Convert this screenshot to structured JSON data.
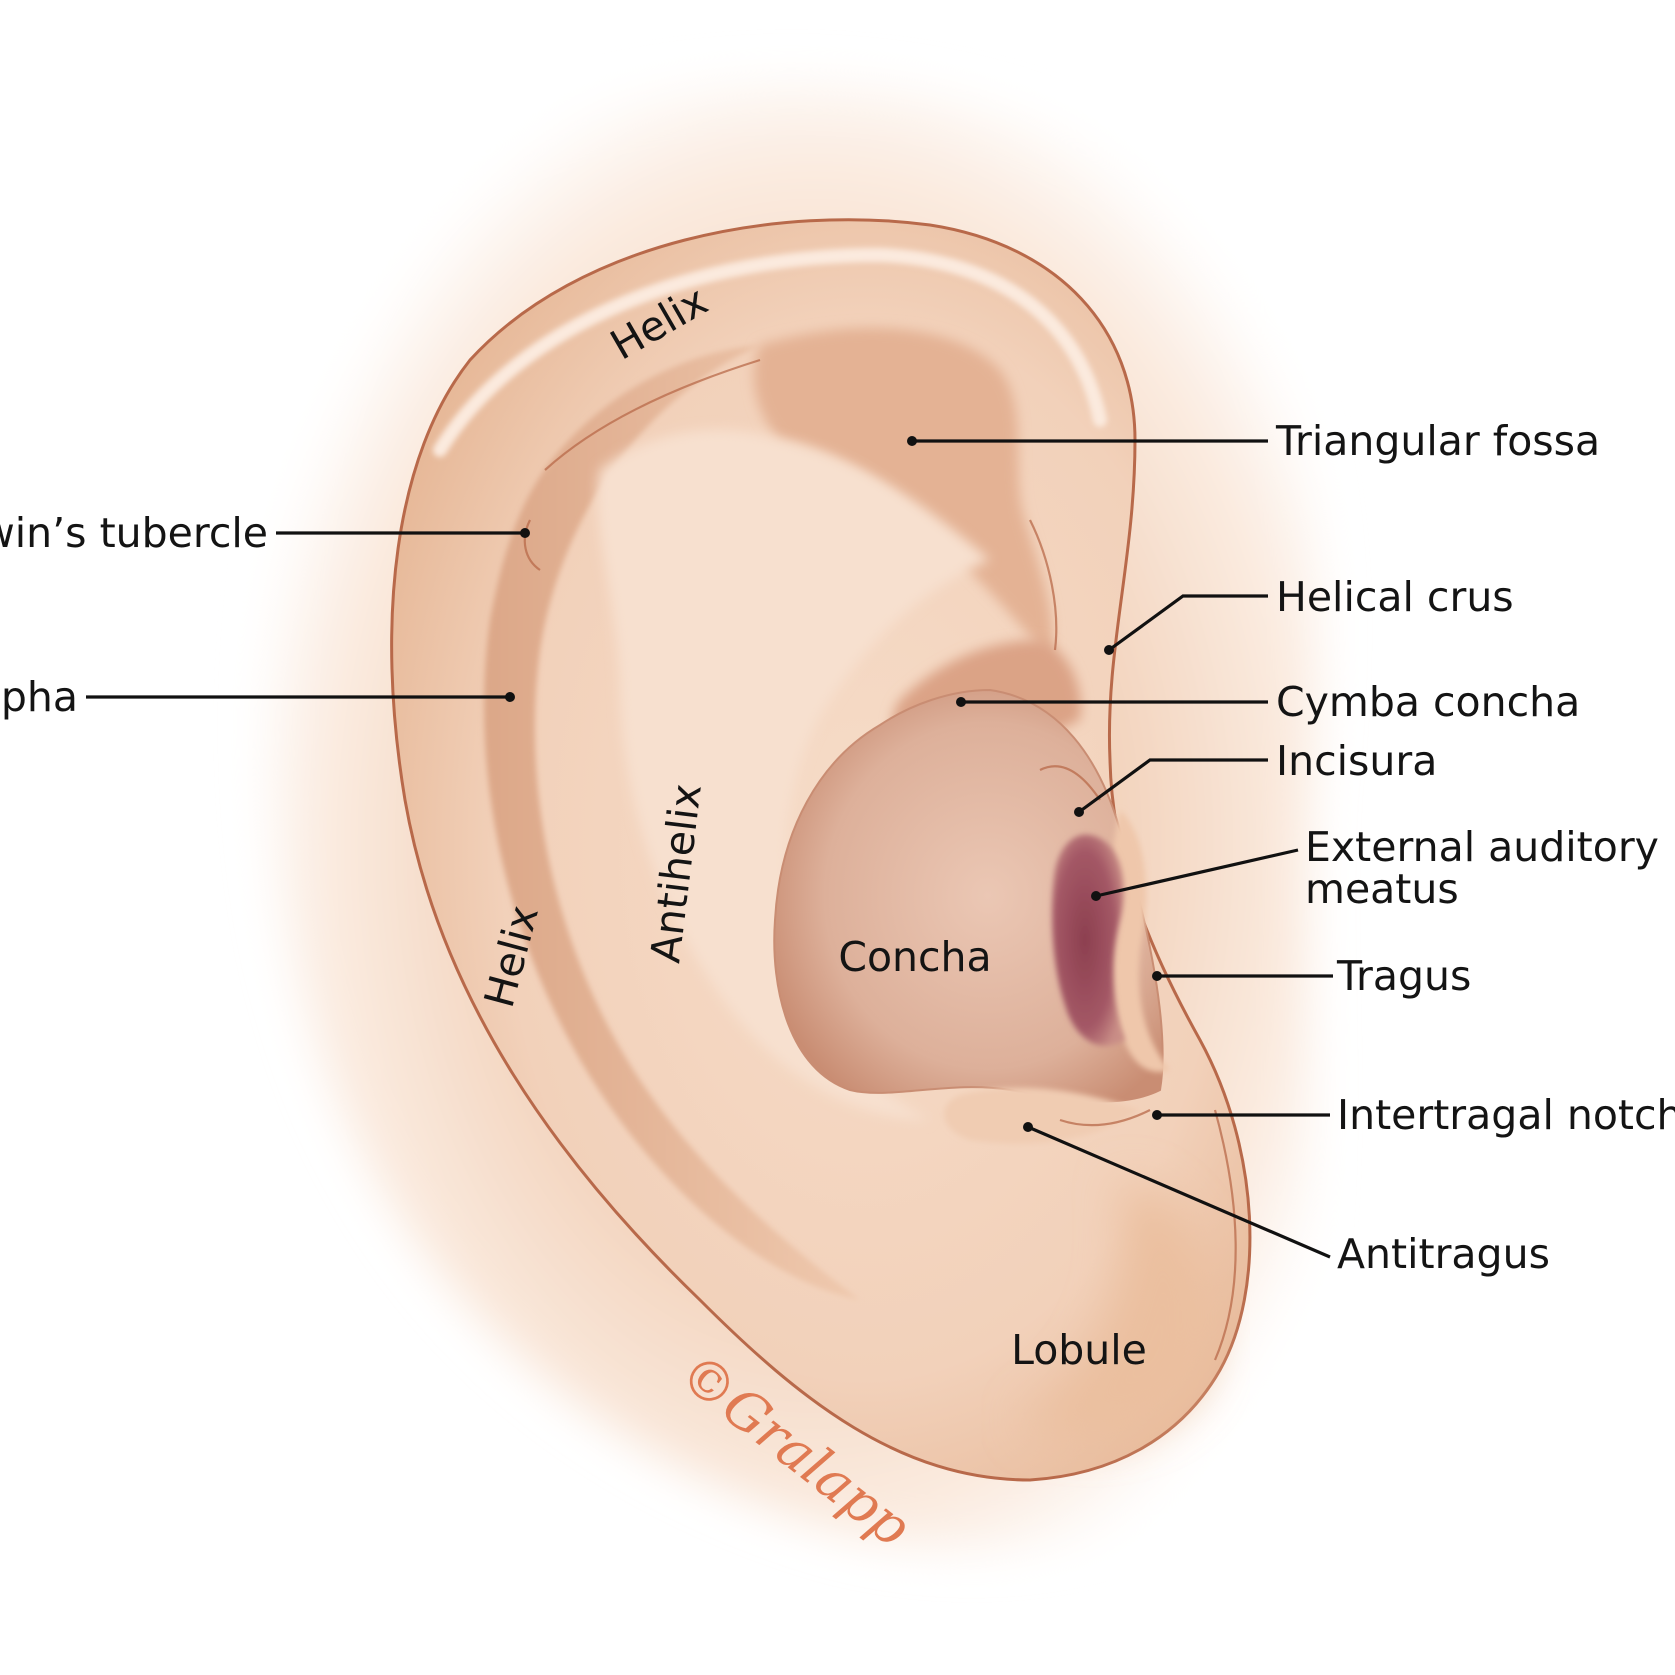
{
  "labels": {
    "helix_top": "Helix",
    "helix_side": "Helix",
    "antihelix": "Antihelix",
    "concha": "Concha",
    "lobule": "Lobule",
    "triangular_fossa": "Triangular fossa",
    "darwins_tubercle": "rwin’s tubercle",
    "helical_crus": "Helical crus",
    "scapha": "pha",
    "cymba_concha": "Cymba concha",
    "incisura": "Incisura",
    "external_auditory_meatus_line1": "External auditory",
    "external_auditory_meatus_line2": "meatus",
    "tragus": "Tragus",
    "intertragal_notch": "Intertragal notch",
    "antitragus": "Antitragus"
  },
  "signature": "©Gralapp",
  "colors": {
    "background": "#ffffff",
    "skin_light": "#f8e2d0",
    "skin_mid": "#efcbb0",
    "skin_shadow": "#d9a585",
    "crease": "#b8694a",
    "canal": "#9a4f5a",
    "text": "#141414",
    "signature": "#e07a52"
  }
}
